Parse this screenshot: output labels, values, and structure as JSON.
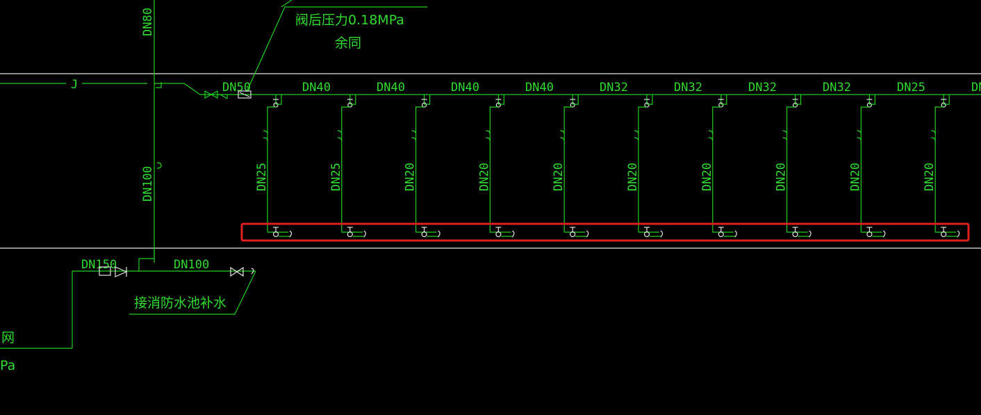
{
  "colors": {
    "background": "#000000",
    "pipe": "#1fd11f",
    "text": "#2fdc2f",
    "outline": "#e6e6e6",
    "highlight": "#e02020"
  },
  "top_note": {
    "line1": "阀后压力0.18MPa",
    "line2": "余同"
  },
  "riser_labels": {
    "upper": "DN80",
    "lower": "DN100"
  },
  "mains": {
    "inlet": "DN50",
    "segments": [
      "DN40",
      "DN40",
      "DN40",
      "DN40",
      "DN32",
      "DN32",
      "DN32",
      "DN32",
      "DN25",
      "DN"
    ]
  },
  "branches": [
    "DN25",
    "DN25",
    "DN20",
    "DN20",
    "DN20",
    "DN20",
    "DN20",
    "DN20",
    "DN20",
    "DN20"
  ],
  "bottom": {
    "left_size": "DN150",
    "right_size": "DN100",
    "note": "接消防水池补水"
  },
  "left_edge": {
    "text1": "网",
    "text2": "Pa"
  },
  "axis_mark": "J"
}
